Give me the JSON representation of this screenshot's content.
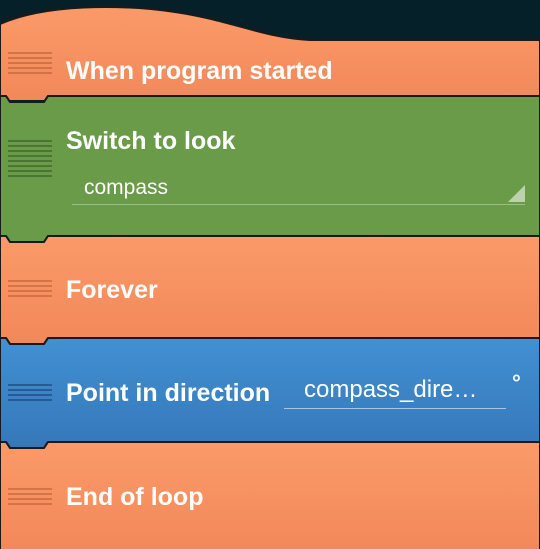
{
  "colors": {
    "background": "#06202a",
    "event_brick": "#f7915c",
    "look_brick": "#6a9b48",
    "control_brick": "#f7915c",
    "motion_brick": "#3d84c6"
  },
  "script": {
    "bricks": [
      {
        "type": "event",
        "label": "When program started"
      },
      {
        "type": "look",
        "label": "Switch to look",
        "dropdown_value": "compass"
      },
      {
        "type": "control",
        "label": "Forever"
      },
      {
        "type": "motion",
        "label": "Point in direction",
        "field_value": "compass_dire…",
        "unit": "°"
      },
      {
        "type": "control",
        "label": "End of loop"
      }
    ]
  }
}
